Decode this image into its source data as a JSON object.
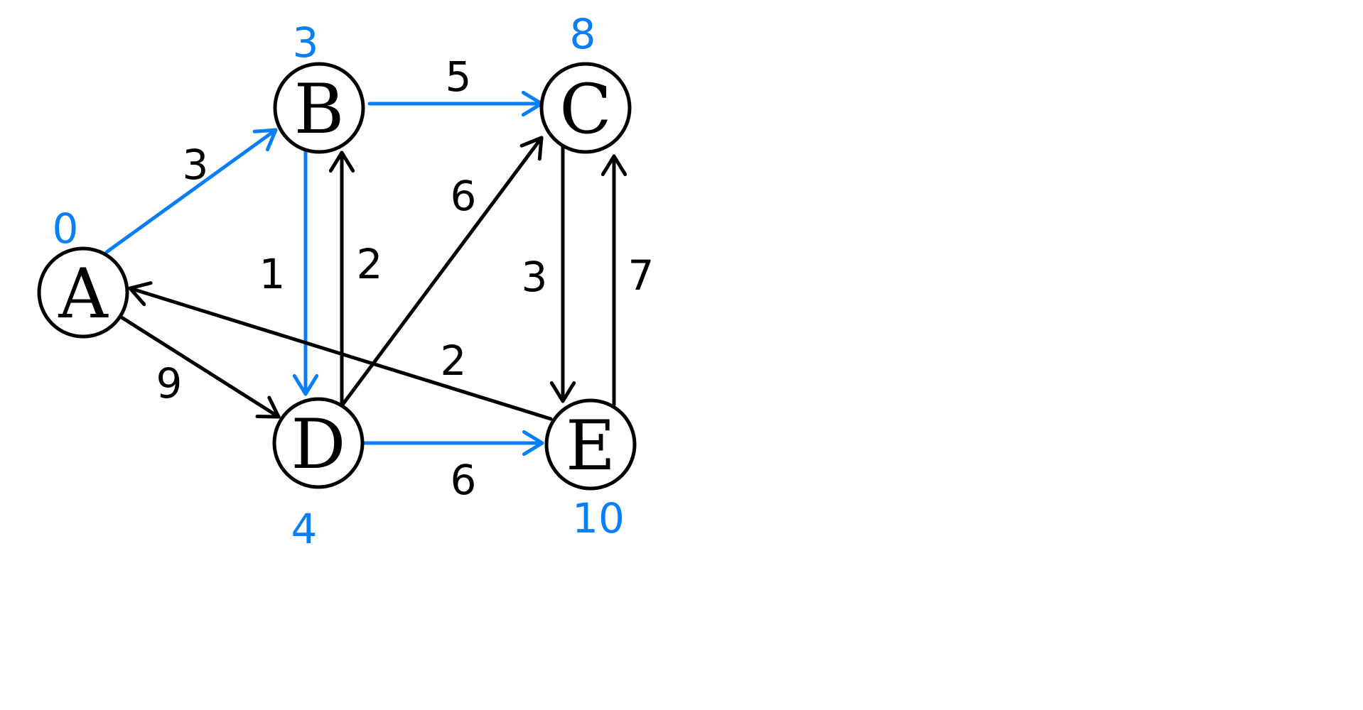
{
  "colors": {
    "ink": "#000000",
    "highlight": "#0a7ef6",
    "background": "#ffffff"
  },
  "nodes": [
    {
      "id": "A",
      "label": "A",
      "distance": "0"
    },
    {
      "id": "B",
      "label": "B",
      "distance": "3"
    },
    {
      "id": "C",
      "label": "C",
      "distance": "8"
    },
    {
      "id": "D",
      "label": "D",
      "distance": "4"
    },
    {
      "id": "E",
      "label": "E",
      "distance": "10"
    }
  ],
  "edges": [
    {
      "from": "A",
      "to": "B",
      "weight": "3",
      "highlighted": true
    },
    {
      "from": "B",
      "to": "C",
      "weight": "5",
      "highlighted": true
    },
    {
      "from": "B",
      "to": "D",
      "weight": "1",
      "highlighted": true
    },
    {
      "from": "D",
      "to": "B",
      "weight": "2",
      "highlighted": false
    },
    {
      "from": "D",
      "to": "C",
      "weight": "6",
      "highlighted": false
    },
    {
      "from": "C",
      "to": "E",
      "weight": "3",
      "highlighted": false
    },
    {
      "from": "E",
      "to": "C",
      "weight": "7",
      "highlighted": false
    },
    {
      "from": "E",
      "to": "A",
      "weight": "2",
      "highlighted": false
    },
    {
      "from": "A",
      "to": "D",
      "weight": "9",
      "highlighted": false
    },
    {
      "from": "D",
      "to": "E",
      "weight": "6",
      "highlighted": true
    }
  ]
}
